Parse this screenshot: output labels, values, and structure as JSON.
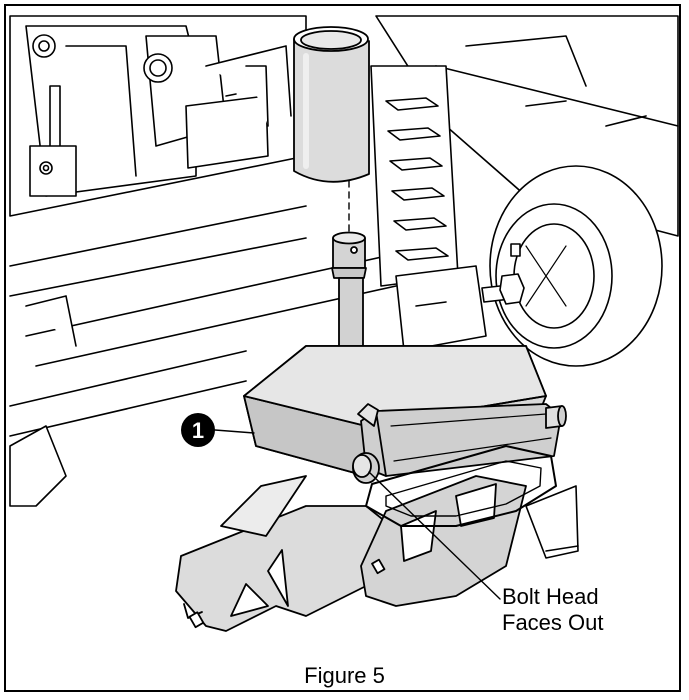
{
  "callouts": [
    {
      "number": "1",
      "target": "hitch-bracket-assembly"
    }
  ],
  "annotation": {
    "line1": "Bolt Head",
    "line2": "Faces Out"
  },
  "caption": "Figure 5",
  "colors": {
    "line": "#000000",
    "part_fill": "#d6d6d6",
    "part_shade": "#bdbdbd",
    "background_fill": "#ffffff",
    "callout_badge": "#000000"
  }
}
